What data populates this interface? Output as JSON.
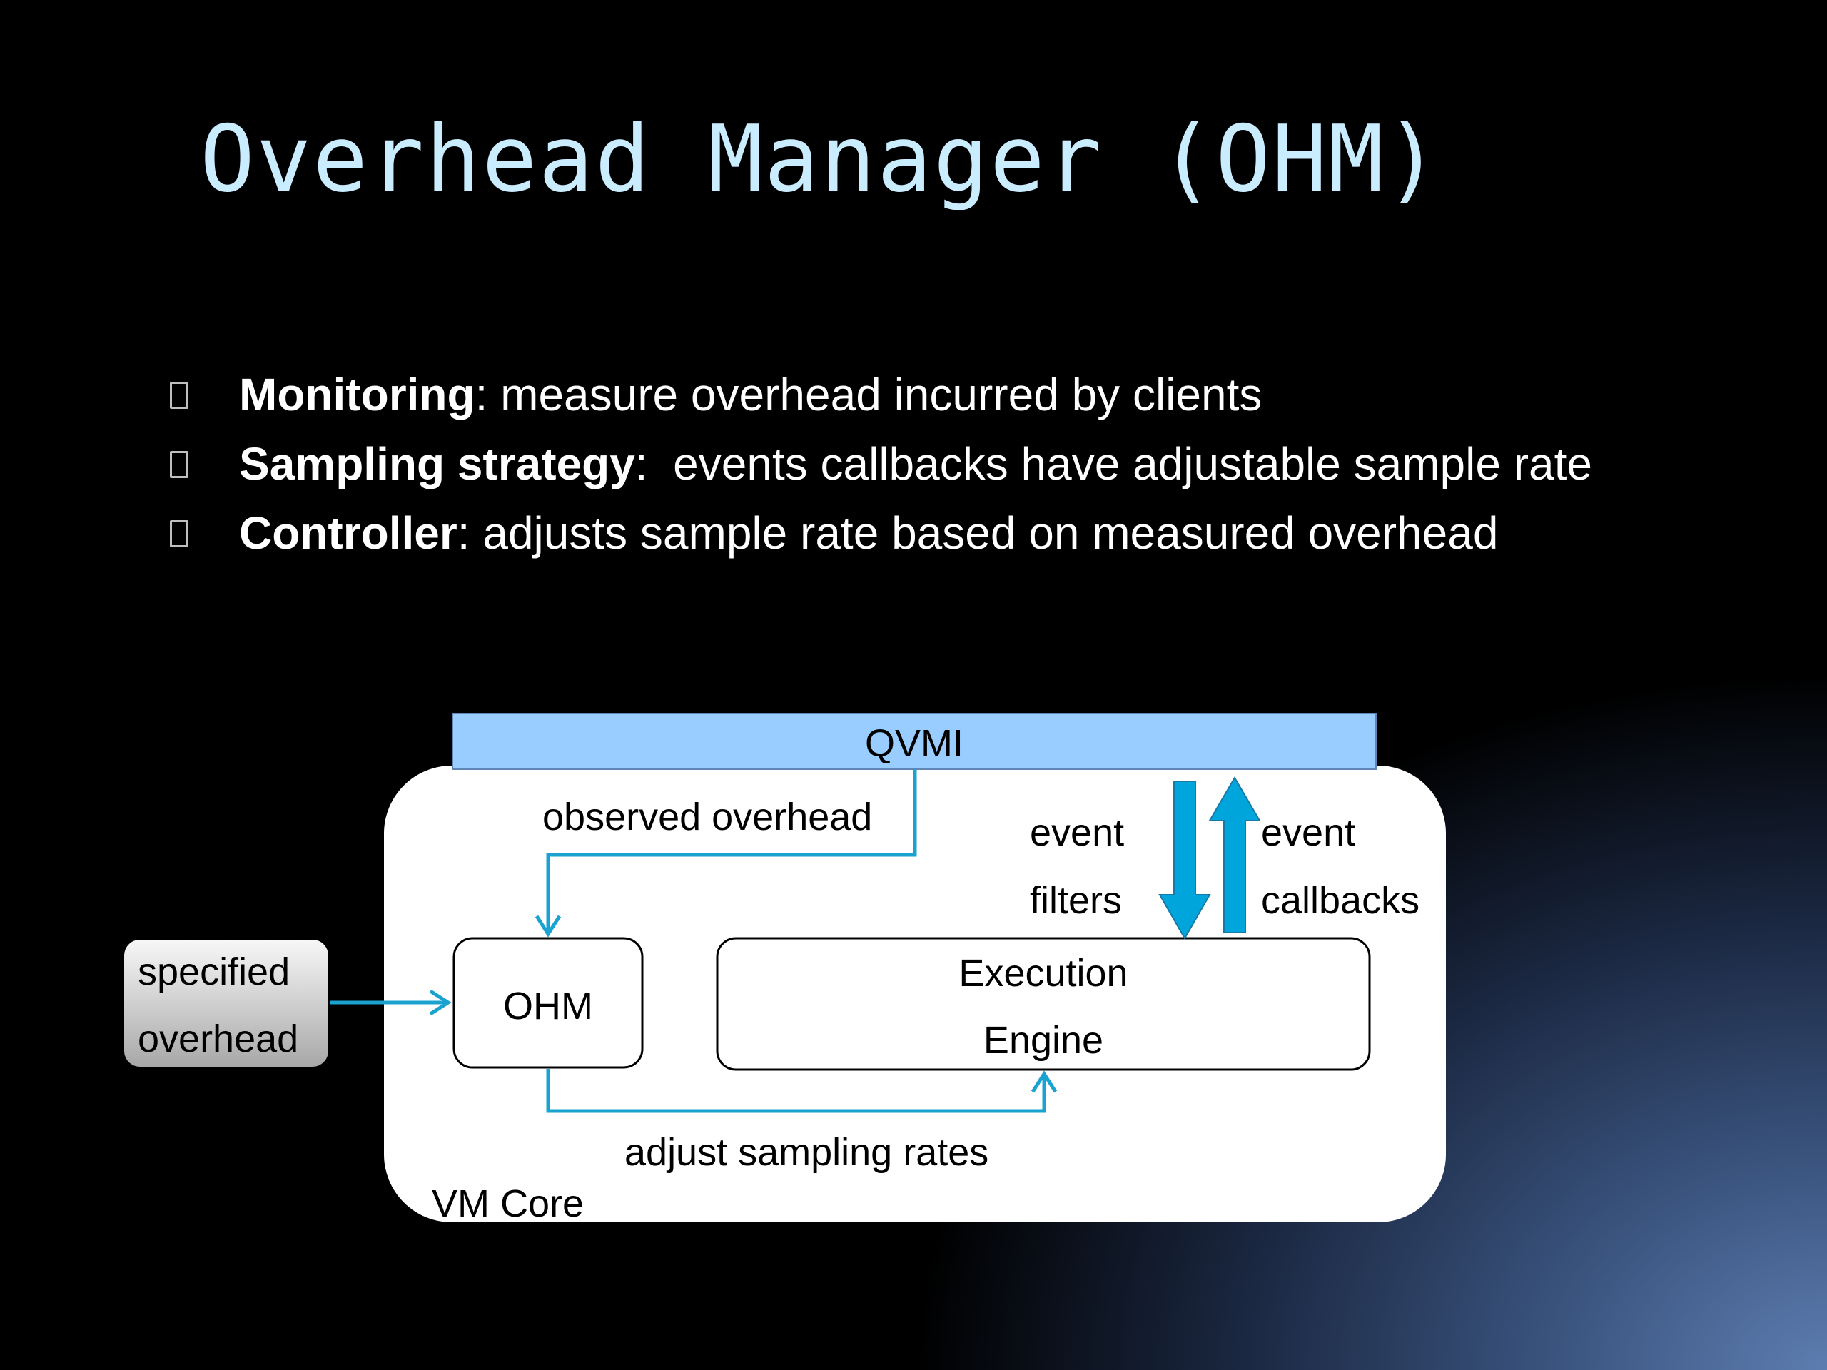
{
  "slide": {
    "title": "Overhead Manager (OHM)",
    "bullets": [
      {
        "term": "Monitoring",
        "separator": ": ",
        "text": "measure overhead incurred by clients"
      },
      {
        "term": "Sampling strategy",
        "separator": ":  ",
        "text": "events callbacks have adjustable sample rate"
      },
      {
        "term": "Controller",
        "separator": ": ",
        "text": "adjusts sample rate based on measured overhead"
      }
    ]
  },
  "diagram": {
    "qvmi_label": "QVMI",
    "vm_core_label": "VM Core",
    "ohm_label": "OHM",
    "execution_engine_line1": "Execution",
    "execution_engine_line2": "Engine",
    "specified_overhead_line1": "specified",
    "specified_overhead_line2": "overhead",
    "observed_overhead_label": "observed overhead",
    "event_filters_line1": "event",
    "event_filters_line2": "filters",
    "event_callbacks_line1": "event",
    "event_callbacks_line2": "callbacks",
    "adjust_sampling_label": "adjust sampling rates"
  },
  "colors": {
    "title": "#c9ecff",
    "qvmi_bar": "#99ccff",
    "arrow": "#1aa3d1",
    "thick_arrow": "#00a6db"
  }
}
